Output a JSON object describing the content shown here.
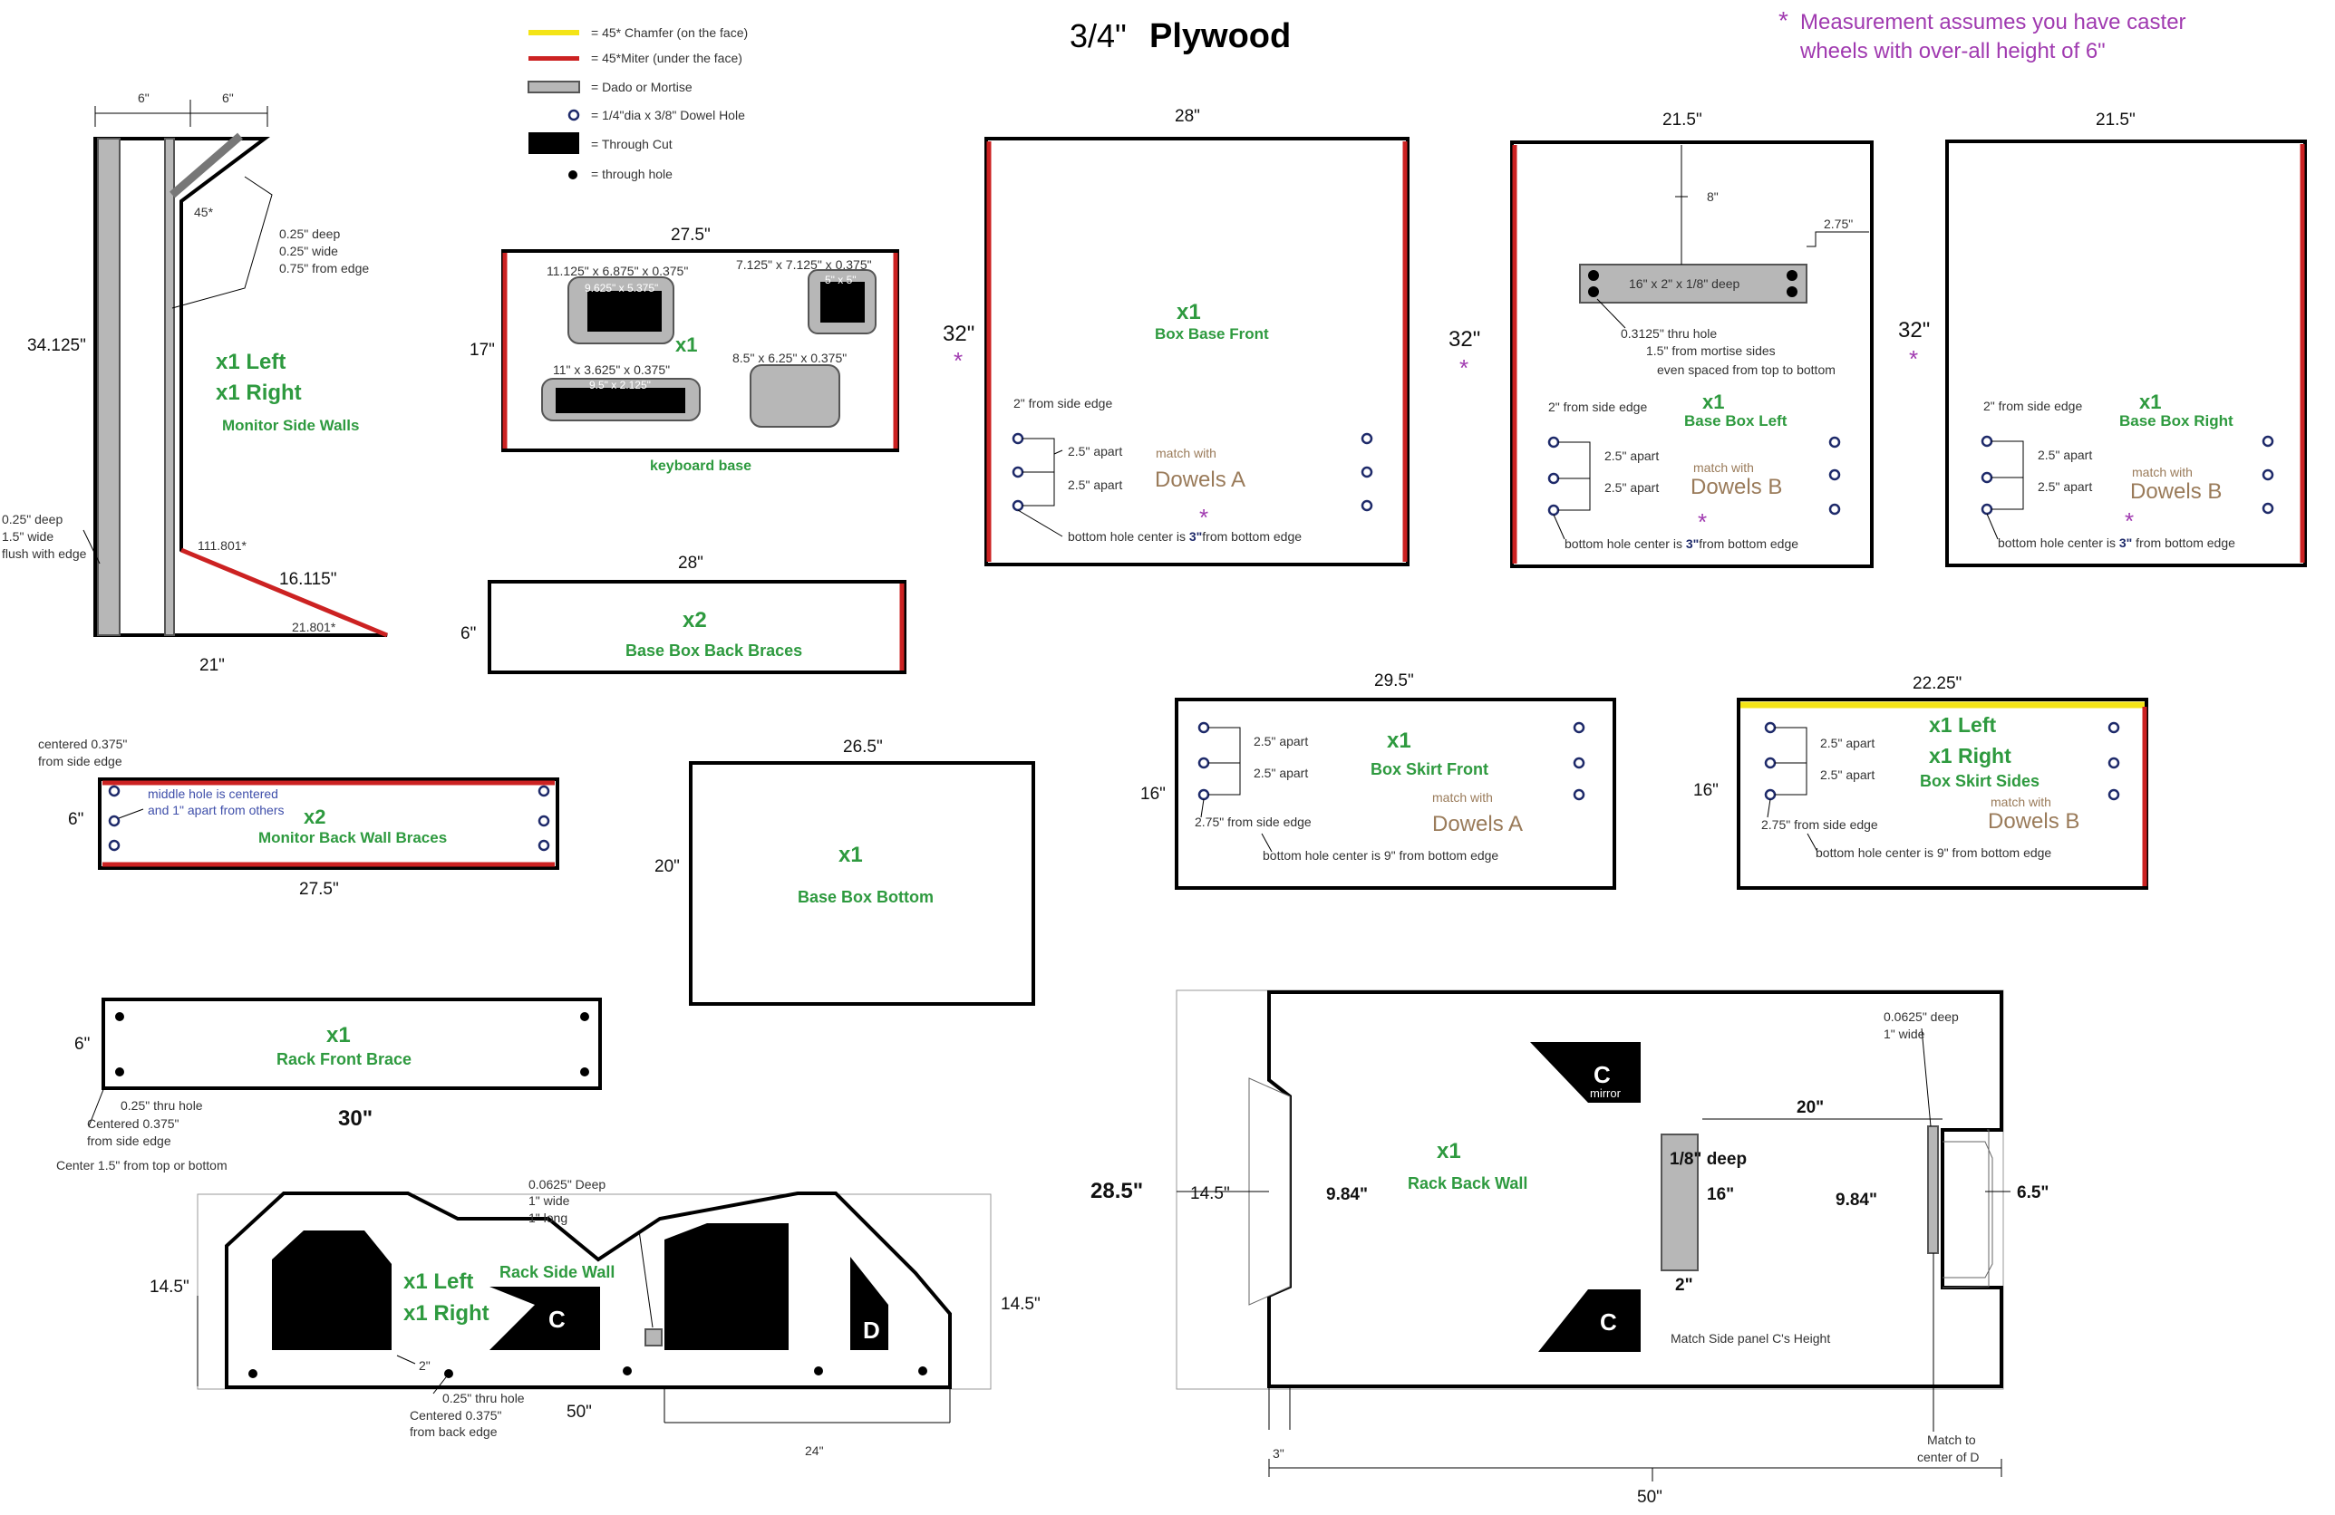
{
  "title": {
    "thickness": "3/4\"",
    "material": "Plywood"
  },
  "note": {
    "asterisk": "*",
    "line1": "Measurement assumes you have caster",
    "line2": "wheels with  over-all height of 6\""
  },
  "legend": [
    {
      "symbol": "yellow-line",
      "label": "= 45* Chamfer (on the face)"
    },
    {
      "symbol": "red-line",
      "label": "= 45*Miter (under the face)"
    },
    {
      "symbol": "gray-bar",
      "label": "= Dado or Mortise"
    },
    {
      "symbol": "dowel-circle",
      "label": "= 1/4\"dia x 3/8\" Dowel Hole"
    },
    {
      "symbol": "black-rect",
      "label": "= Through Cut"
    },
    {
      "symbol": "black-dot",
      "label": "= through hole"
    }
  ],
  "colors": {
    "chamfer": "#f4e416",
    "miter": "#cc2222",
    "dado": "#b7b7b7",
    "label_green": "#2e9a3f",
    "note_purple": "#a03ab0",
    "dowel_text": "#9a7b5a"
  },
  "monitor_side": {
    "top_left": "6\"",
    "top_right": "6\"",
    "height": "34.125\"",
    "bottom": "21\"",
    "angle_top": "45*",
    "dado_note_1": "0.25\" deep",
    "dado_note_2": "0.25\" wide",
    "dado_note_3": "0.75\" from edge",
    "left_note_1": "0.25\" deep",
    "left_note_2": "1.5\" wide",
    "left_note_3": "flush with edge",
    "angle_mid": "111.801*",
    "slope_len": "16.115\"",
    "angle_bottom": "21.801*",
    "qty_left": "x1 Left",
    "qty_right": "x1 Right",
    "name": "Monitor Side Walls"
  },
  "keyboard_base": {
    "width": "27.5\"",
    "height": "17\"",
    "name": "keyboard base",
    "qty": "x1",
    "cut1_outer": "11.125\" x 6.875\" x 0.375\"",
    "cut1_inner": "9.625\" x 5.375\"",
    "cut2_outer": "7.125\" x 7.125\" x 0.375\"",
    "cut2_inner": "5\" x 5\"",
    "cut3_outer": "11\" x 3.625\" x 0.375\"",
    "cut3_inner": "9.5\" x 2.125\"",
    "pocket": "8.5\" x 6.25\" x 0.375\""
  },
  "base_box_back_braces": {
    "width": "28\"",
    "height": "6\"",
    "qty": "x2",
    "name": "Base Box Back Braces"
  },
  "box_base_front": {
    "width": "28\"",
    "height": "32\"",
    "asterisk": "*",
    "qty": "x1",
    "name": "Box Base Front",
    "side_edge": "2\" from side edge",
    "apart1": "2.5\" apart",
    "apart2": "2.5\" apart",
    "match": "match with",
    "dowels": "Dowels A",
    "bottom_pre": "bottom hole center is ",
    "bottom_val": "3\"",
    "bottom_post": "from bottom edge"
  },
  "base_box_left": {
    "width": "21.5\"",
    "height": "32\"",
    "asterisk": "*",
    "qty": "x1",
    "name": "Base Box Left",
    "top_dim": "8\"",
    "right_dim": "2.75\"",
    "mortise": "16\" x 2\" x 1/8\" deep",
    "thru1": "0.3125\" thru hole",
    "thru2": "1.5\" from mortise sides",
    "thru3": "even spaced from top to bottom",
    "side_edge": "2\" from side edge",
    "apart1": "2.5\" apart",
    "apart2": "2.5\" apart",
    "match": "match with",
    "dowels": "Dowels B",
    "bottom_pre": "bottom hole center is ",
    "bottom_val": "3\"",
    "bottom_post": "from bottom edge"
  },
  "base_box_right": {
    "width": "21.5\"",
    "height": "32\"",
    "asterisk": "*",
    "qty": "x1",
    "name": "Base Box Right",
    "side_edge": "2\" from side edge",
    "apart1": "2.5\" apart",
    "apart2": "2.5\" apart",
    "match": "match with",
    "dowels": "Dowels B",
    "bottom_pre": "bottom hole center is ",
    "bottom_val": "3\"",
    "bottom_post": " from bottom edge"
  },
  "box_skirt_front": {
    "width": "29.5\"",
    "height": "16\"",
    "qty": "x1",
    "name": "Box Skirt Front",
    "apart1": "2.5\" apart",
    "apart2": "2.5\" apart",
    "side_edge": "2.75\" from side edge",
    "match": "match with",
    "dowels": "Dowels A",
    "bottom": "bottom hole center is 9\" from bottom edge"
  },
  "box_skirt_sides": {
    "width": "22.25\"",
    "height": "16\"",
    "qty_left": "x1 Left",
    "qty_right": "x1 Right",
    "name": "Box Skirt Sides",
    "apart1": "2.5\" apart",
    "apart2": "2.5\" apart",
    "side_edge": "2.75\" from side edge",
    "match": "match with",
    "dowels": "Dowels B",
    "bottom": "bottom hole center is 9\" from bottom edge"
  },
  "monitor_back_wall_braces": {
    "note1": "centered 0.375\"",
    "note2": "from side edge",
    "height": "6\"",
    "width": "27.5\"",
    "mid1": "middle hole is centered",
    "mid2": "and 1\" apart from others",
    "qty": "x2",
    "name": "Monitor Back Wall Braces"
  },
  "base_box_bottom": {
    "width": "26.5\"",
    "height": "20\"",
    "qty": "x1",
    "name": "Base Box Bottom"
  },
  "rack_front_brace": {
    "height": "6\"",
    "width": "30\"",
    "qty": "x1",
    "name": "Rack Front Brace",
    "note1": "0.25\" thru hole",
    "note2": "Centered 0.375\"",
    "note3": "from  side edge",
    "note4": "Center 1.5\" from top or bottom"
  },
  "rack_side_wall": {
    "height_left": "14.5\"",
    "height_right": "14.5\"",
    "width": "50\"",
    "bottom_span": "24\"",
    "small": "2\"",
    "dado1": "0.0625\" Deep",
    "dado2": "1\" wide",
    "dado3": "1\" long",
    "qty_left": "x1 Left",
    "qty_right": "x1 Right",
    "name": "Rack Side Wall",
    "label_c": "C",
    "label_d": "D",
    "note1": "0.25\" thru hole",
    "note2": "Centered 0.375\"",
    "note3": "from back edge"
  },
  "rack_back_wall": {
    "height": "28.5\"",
    "width": "50\"",
    "qty": "x1",
    "name": "Rack Back Wall",
    "left_outer": "14.5\"",
    "left_inner": "9.84\"",
    "right_inner": "9.84\"",
    "right_outer": "6.5\"",
    "dim_20": "20\"",
    "dado1": "0.0625\" deep",
    "dado2": "1\" wide",
    "mortise_depth": "1/8\" deep",
    "mortise_len": "16\"",
    "mortise_w": "2\"",
    "label_c_top": "C",
    "mirror": "mirror",
    "label_c": "C",
    "match_c": "Match Side panel C's Height",
    "dim_3": "3\"",
    "match_d1": "Match to",
    "match_d2": "center of D"
  }
}
